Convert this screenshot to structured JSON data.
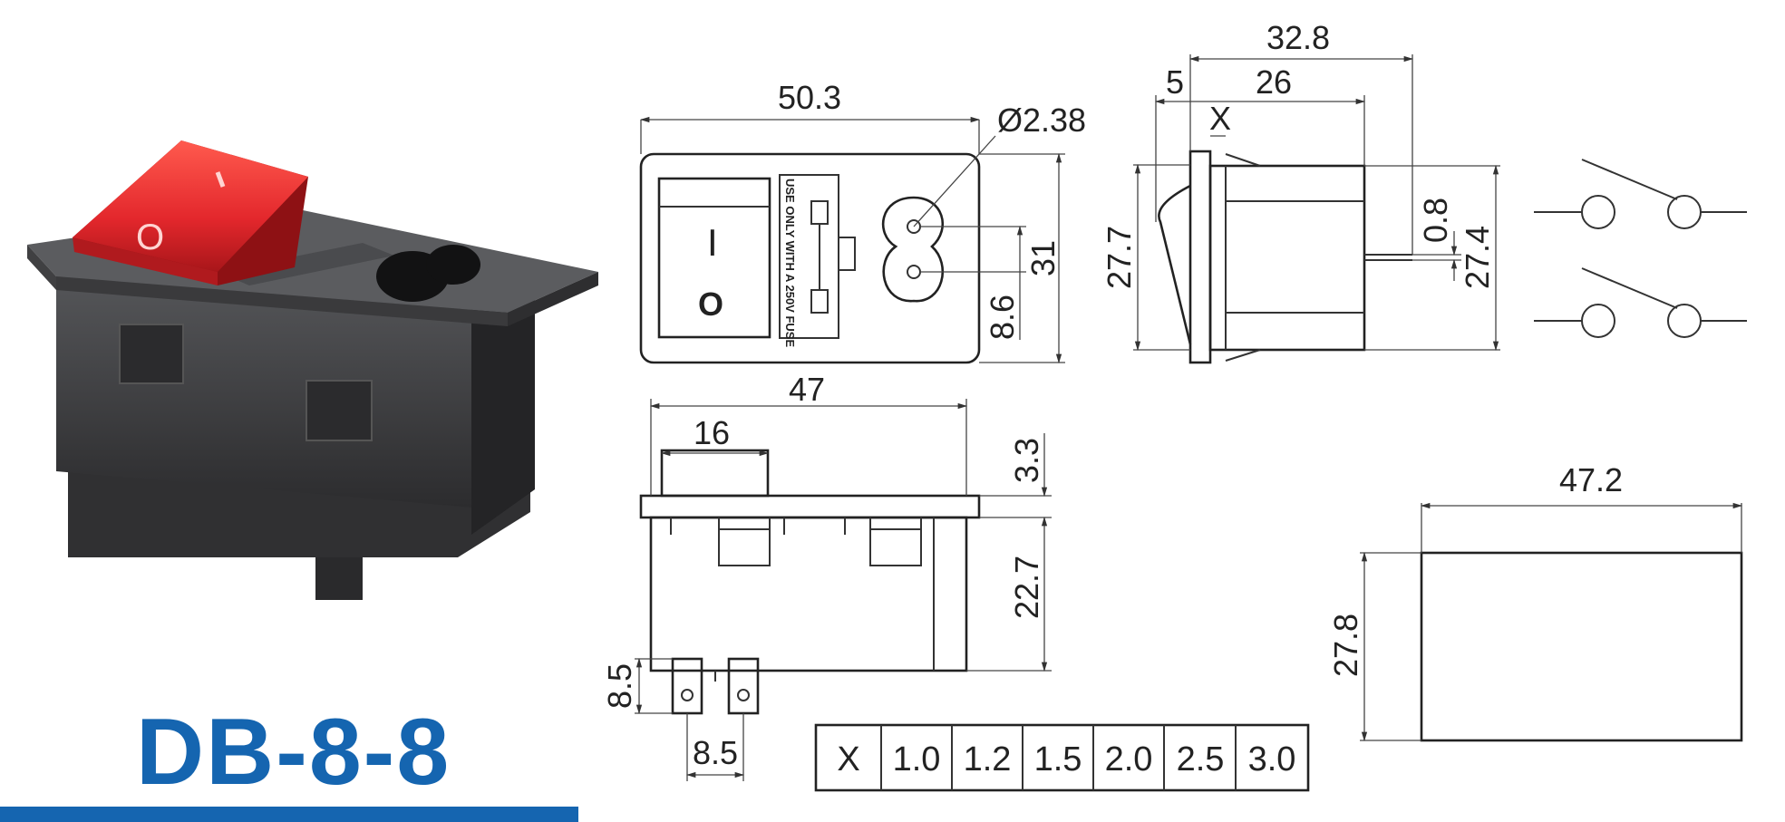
{
  "title": "DB-8-8",
  "colors": {
    "title": "#1565b0",
    "accent_bar": "#1565b0",
    "rocker": "#e3272c",
    "body": "#3e3e40"
  },
  "front_view": {
    "width": "50.3",
    "height": "31",
    "hole_spacing": "8.6",
    "hole_diameter": "Ø2.38",
    "fuse_label": "USE ONLY WITH A 250V FUSE",
    "switch_on": "I",
    "switch_off": "O"
  },
  "side_view": {
    "overall_depth": "32.8",
    "flange_to_rocker": "5",
    "body_depth": "26",
    "panel_thickness_symbol": "X",
    "height_flange": "27.7",
    "height_body": "27.4",
    "pin_thickness": "0.8"
  },
  "top_view": {
    "overall_width": "47",
    "rocker_width": "16",
    "rocker_height": "3.3",
    "body_height": "22.7",
    "terminal_length": "8.5",
    "terminal_spacing": "8.5"
  },
  "cutout": {
    "width": "47.2",
    "height": "27.8"
  },
  "panel_table": {
    "header": "X",
    "values": [
      "1.0",
      "1.2",
      "1.5",
      "2.0",
      "2.5",
      "3.0"
    ]
  }
}
